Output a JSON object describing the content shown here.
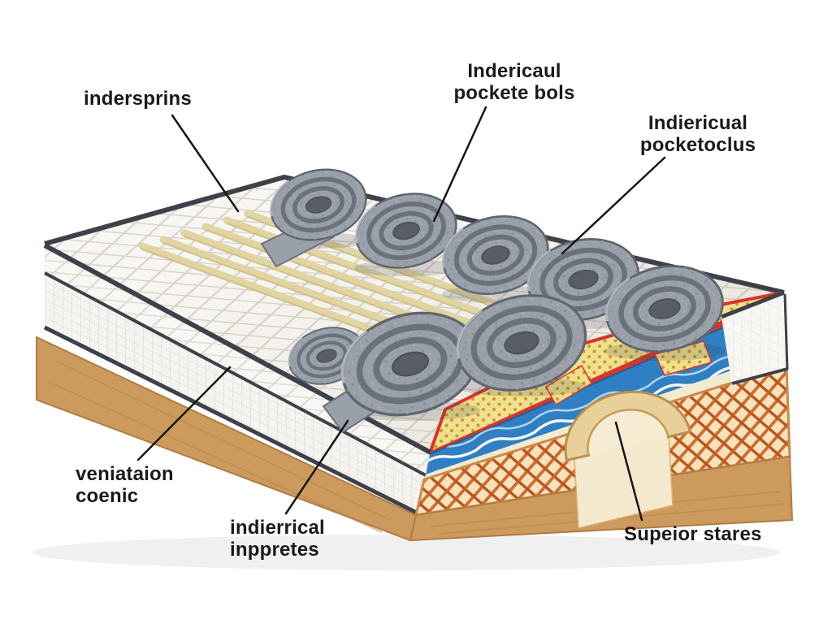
{
  "labels": {
    "innersprings": {
      "text": "indersprins"
    },
    "pocket_coils_top": {
      "line1": "Indericaul",
      "line2": "pockete bols"
    },
    "pocket_coils_right": {
      "line1": "Indiericual",
      "line2": "pocketoclus"
    },
    "ventilation_core": {
      "line1": "veniataion",
      "line2": "coenic"
    },
    "inner_layers": {
      "line1": "indierrical",
      "line2": "inppretes"
    },
    "support_layers": {
      "text": "Supeior stares"
    }
  },
  "palette": {
    "background": "#ffffff",
    "label_text": "#1a1a1c",
    "leader_line": "#161616",
    "wood": "#cd9a5e",
    "wood_dark": "#b07c41",
    "mattress_white": "#f7f6f3",
    "quilt_line": "#d9d4cb",
    "piping_dark": "#3d4149",
    "slat_tan": "#e0d4a0",
    "felt_gray": "#99a0a9",
    "felt_gray_dark": "#62676f",
    "foam_yellow": "#f0df8d",
    "foam_dot": "#c59a2e",
    "accent_red": "#d8342c",
    "layer_blue": "#2f7fc2",
    "lattice_orange": "#cf6b2e",
    "lattice_bg": "#f6e3bd",
    "arch_tan": "#e9cf9a"
  }
}
